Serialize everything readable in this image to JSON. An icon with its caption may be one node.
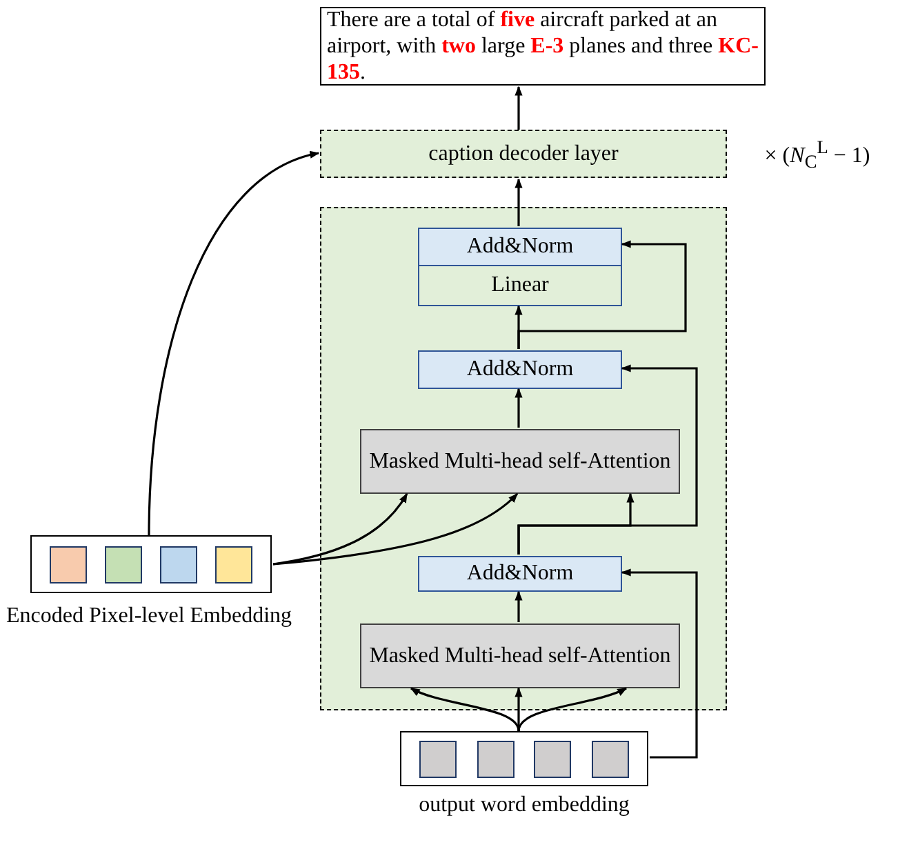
{
  "diagram": {
    "nodes": [
      {
        "text": [
          "There are a total of **five** aircraft parked at an airport, with **two** large **E-3** planes and three **KC-135**."
        ]
      },
      {
        "text": [
          "caption decoder layer"
        ],
        "beside": [
          "× (*N*$_{C}$$^{L}$ − 1)"
        ]
      },
      {
        "text": [],
        "shape": "box"
      },
      {
        "text": [
          "Add&Norm"
        ],
        "in": 2
      },
      {
        "text": [
          "Linear"
        ],
        "in": 2
      },
      {
        "text": [
          "Add&Norm"
        ],
        "in": 2
      },
      {
        "text": [
          "Masked Multi-head self-Attention"
        ],
        "in": 2
      },
      {
        "text": [
          "Add&Norm"
        ],
        "in": 2
      },
      {
        "text": [
          "Masked Multi-head self-Attention"
        ],
        "in": 2
      },
      {
        "text": [],
        "shape": "box",
        "beside": [
          "Encoded Pixel-level Embedding"
        ]
      },
      {
        "text": [],
        "shape": "box",
        "beside": [
          "output word embedding"
        ]
      }
    ],
    "edges": [
      {
        "from": 1,
        "to": 0,
        "arrow": "to"
      },
      {
        "from": 3,
        "to": 1,
        "arrow": "to"
      },
      {
        "from": 5,
        "to": 4,
        "arrow": "to"
      },
      {
        "from": 5,
        "to": 3,
        "arrow": "to"
      },
      {
        "from": 6,
        "to": 5,
        "arrow": "to"
      },
      {
        "from": 9,
        "to": 6,
        "arrow": "to"
      },
      {
        "from": 9,
        "to": 6,
        "arrow": "to"
      },
      {
        "from": 9,
        "to": 1,
        "arrow": "to"
      },
      {
        "from": 8,
        "to": 7,
        "arrow": "to"
      },
      {
        "from": 7,
        "to": 6,
        "arrow": "to"
      },
      {
        "from": 7,
        "to": 5,
        "arrow": "to"
      },
      {
        "from": 10,
        "to": 8,
        "arrow": "to"
      },
      {
        "from": 10,
        "to": 8,
        "arrow": "to"
      },
      {
        "from": 10,
        "to": 8,
        "arrow": "to"
      },
      {
        "from": 10,
        "to": 7,
        "arrow": "to"
      }
    ]
  }
}
